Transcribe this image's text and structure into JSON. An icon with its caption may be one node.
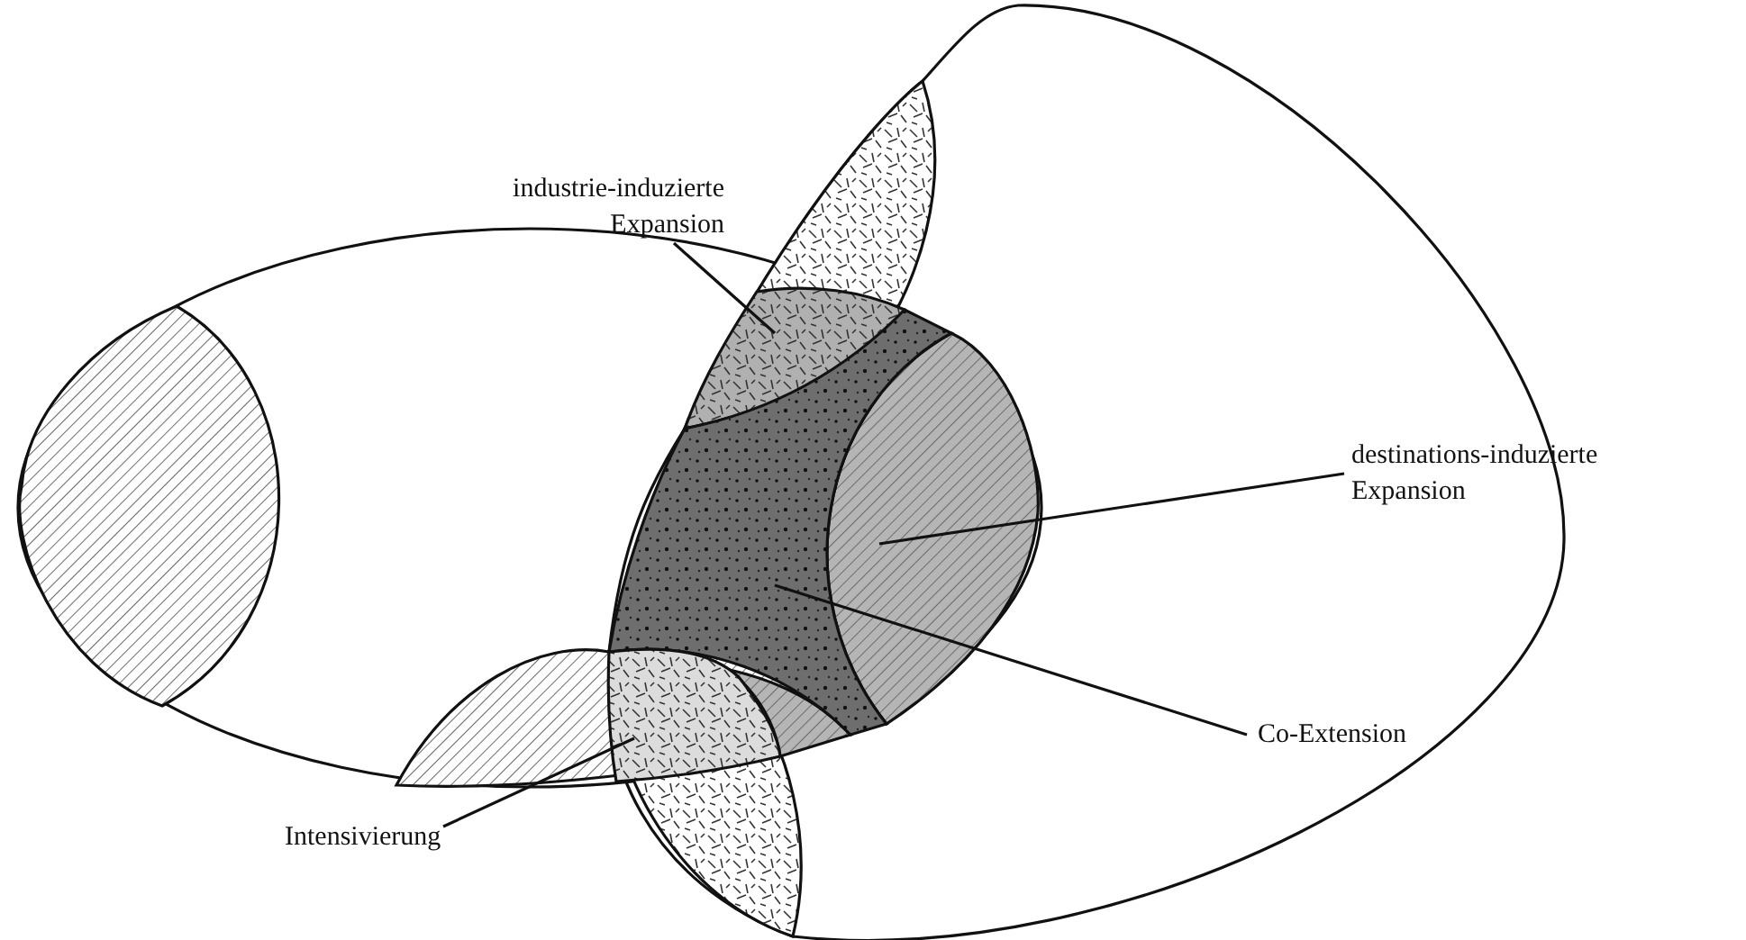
{
  "diagram": {
    "nodes": [
      {
        "text": [
          "industrie-induzierte Expansion"
        ]
      },
      {
        "text": [],
        "shape": "region"
      },
      {
        "text": [
          "destinations-induzierte Expansion"
        ]
      },
      {
        "text": [],
        "shape": "region"
      },
      {
        "text": [
          "Co-Extension"
        ]
      },
      {
        "text": [],
        "shape": "region"
      },
      {
        "text": [
          "Intensivierung"
        ]
      },
      {
        "text": [],
        "shape": "region"
      }
    ],
    "edges": [
      {
        "from": 0,
        "to": 1,
        "arrow": "none"
      },
      {
        "from": 2,
        "to": 3,
        "arrow": "none"
      },
      {
        "from": 4,
        "to": 5,
        "arrow": "none"
      },
      {
        "from": 6,
        "to": 7,
        "arrow": "none"
      }
    ]
  }
}
